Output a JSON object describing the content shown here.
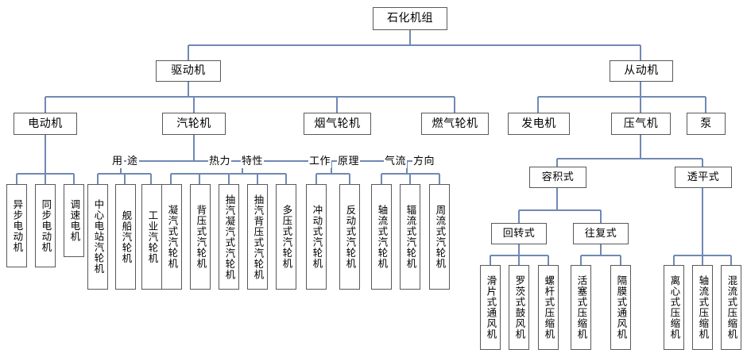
{
  "diagram": {
    "title": "石化机组",
    "root": {
      "label": "石化机组"
    },
    "level2": [
      {
        "label": "驱动机"
      },
      {
        "label": "从动机"
      }
    ],
    "level3": [
      {
        "label": "电动机"
      },
      {
        "label": "汽轮机"
      },
      {
        "label": "烟气轮机"
      },
      {
        "label": "燃气轮机"
      },
      {
        "label": "发电机"
      },
      {
        "label": "压气机"
      },
      {
        "label": "泵"
      }
    ],
    "group_labels": [
      {
        "label": "用"
      },
      {
        "label": "途"
      },
      {
        "label": "热力"
      },
      {
        "label": "特性"
      },
      {
        "label": "工作"
      },
      {
        "label": "原理"
      },
      {
        "label": "气流"
      },
      {
        "label": "方向"
      }
    ],
    "compressor_level4": [
      {
        "label": "容积式"
      },
      {
        "label": "透平式"
      }
    ],
    "compressor_level5": [
      {
        "label": "回转式"
      },
      {
        "label": "往复式"
      }
    ],
    "motor_leaves": [
      {
        "label": "异步电动机"
      },
      {
        "label": "同步电动机"
      },
      {
        "label": "调速电机"
      }
    ],
    "turbine_use_leaves": [
      {
        "label": "中心电站汽轮机"
      },
      {
        "label": "舰船汽轮机"
      },
      {
        "label": "工业汽轮机"
      }
    ],
    "turbine_thermal_leaves": [
      {
        "label": "凝汽式汽轮机"
      },
      {
        "label": "背压式汽轮机"
      },
      {
        "label": "抽汽凝汽式汽轮机"
      },
      {
        "label": "抽汽背压式汽轮机"
      },
      {
        "label": "多压式汽轮机"
      }
    ],
    "turbine_principle_leaves": [
      {
        "label": "冲动式汽轮机"
      },
      {
        "label": "反动式汽轮机"
      }
    ],
    "turbine_flow_leaves": [
      {
        "label": "轴流式汽轮机"
      },
      {
        "label": "辐流式汽轮机"
      },
      {
        "label": "周流式汽轮机"
      }
    ],
    "rotary_leaves": [
      {
        "label": "滑片式通风机"
      },
      {
        "label": "罗茨式鼓风机"
      },
      {
        "label": "螺杆式压缩机"
      }
    ],
    "reciprocating_leaves": [
      {
        "label": "活塞式压缩机"
      },
      {
        "label": "隔膜式通风机"
      }
    ],
    "turbo_leaves": [
      {
        "label": "离心式压缩机"
      },
      {
        "label": "轴流式压缩机"
      },
      {
        "label": "混流式压缩机"
      }
    ],
    "colors": {
      "edge": "#7089b3",
      "box_border": "#595959",
      "background": "#ffffff",
      "text": "#000000"
    }
  }
}
